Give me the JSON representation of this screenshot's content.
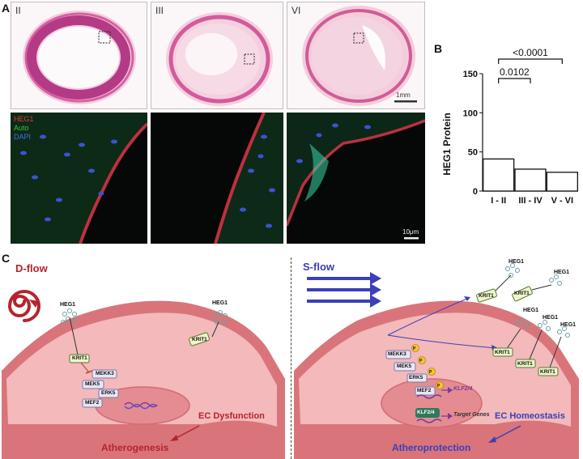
{
  "panel_a": {
    "letter": "A",
    "stages": [
      "II",
      "III",
      "VI"
    ],
    "scale_top": "1mm",
    "scale_bottom": "10μm",
    "legend": [
      {
        "text": "HEG1",
        "color": "#e23a3a"
      },
      {
        "text": "Auto",
        "color": "#3fbf3f"
      },
      {
        "text": "DAPI",
        "color": "#4a6cf0"
      }
    ]
  },
  "panel_b": {
    "letter": "B",
    "chart_data": {
      "type": "bar",
      "categories": [
        "I - II",
        "III - IV",
        "V - VI"
      ],
      "values": [
        41,
        28,
        24
      ],
      "ylabel": "HEG1 Protein",
      "ylim": [
        0,
        150
      ],
      "yticks": [
        0,
        50,
        100,
        150
      ],
      "comparisons": [
        {
          "from": "I - II",
          "to": "III - IV",
          "label": "0.0102"
        },
        {
          "from": "I - II",
          "to": "V - VI",
          "label": "<0.0001"
        }
      ]
    }
  },
  "panel_c": {
    "letter": "C",
    "left": {
      "flow_label": "D-flow",
      "heg1": "HEG1",
      "krit1": "KRIT1",
      "mekk3": "MEKK3",
      "mek5": "MEK5",
      "erk5": "ERK5",
      "mef2": "MEF2",
      "state": "EC Dysfunction",
      "outcome": "Atherogenesis"
    },
    "right": {
      "flow_label": "S-flow",
      "heg1": "HEG1",
      "krit1": "KRIT1",
      "mekk3": "MEKK3",
      "mek5": "MEK5",
      "erk5": "ERK5",
      "mef2": "MEF2",
      "klf": "KLF2/4",
      "klf_box": "KLF2/4",
      "target": "Target Genes",
      "phospho": "P",
      "state": "EC Homeostasis",
      "outcome": "Atheroprotection"
    }
  },
  "colors": {
    "dflow": "#b5242c",
    "sflow": "#3b3fb8",
    "cell_fill": "#f3b9bb",
    "cell_edge": "#d9757a",
    "nucleus": "#e48c91",
    "krit_fill": "#eef5cc",
    "krit_edge": "#4f7d2a",
    "kinase_fill": "#e9e6f4",
    "kinase_edge": "#7a76a8",
    "phospho_fill": "#f6c431"
  }
}
